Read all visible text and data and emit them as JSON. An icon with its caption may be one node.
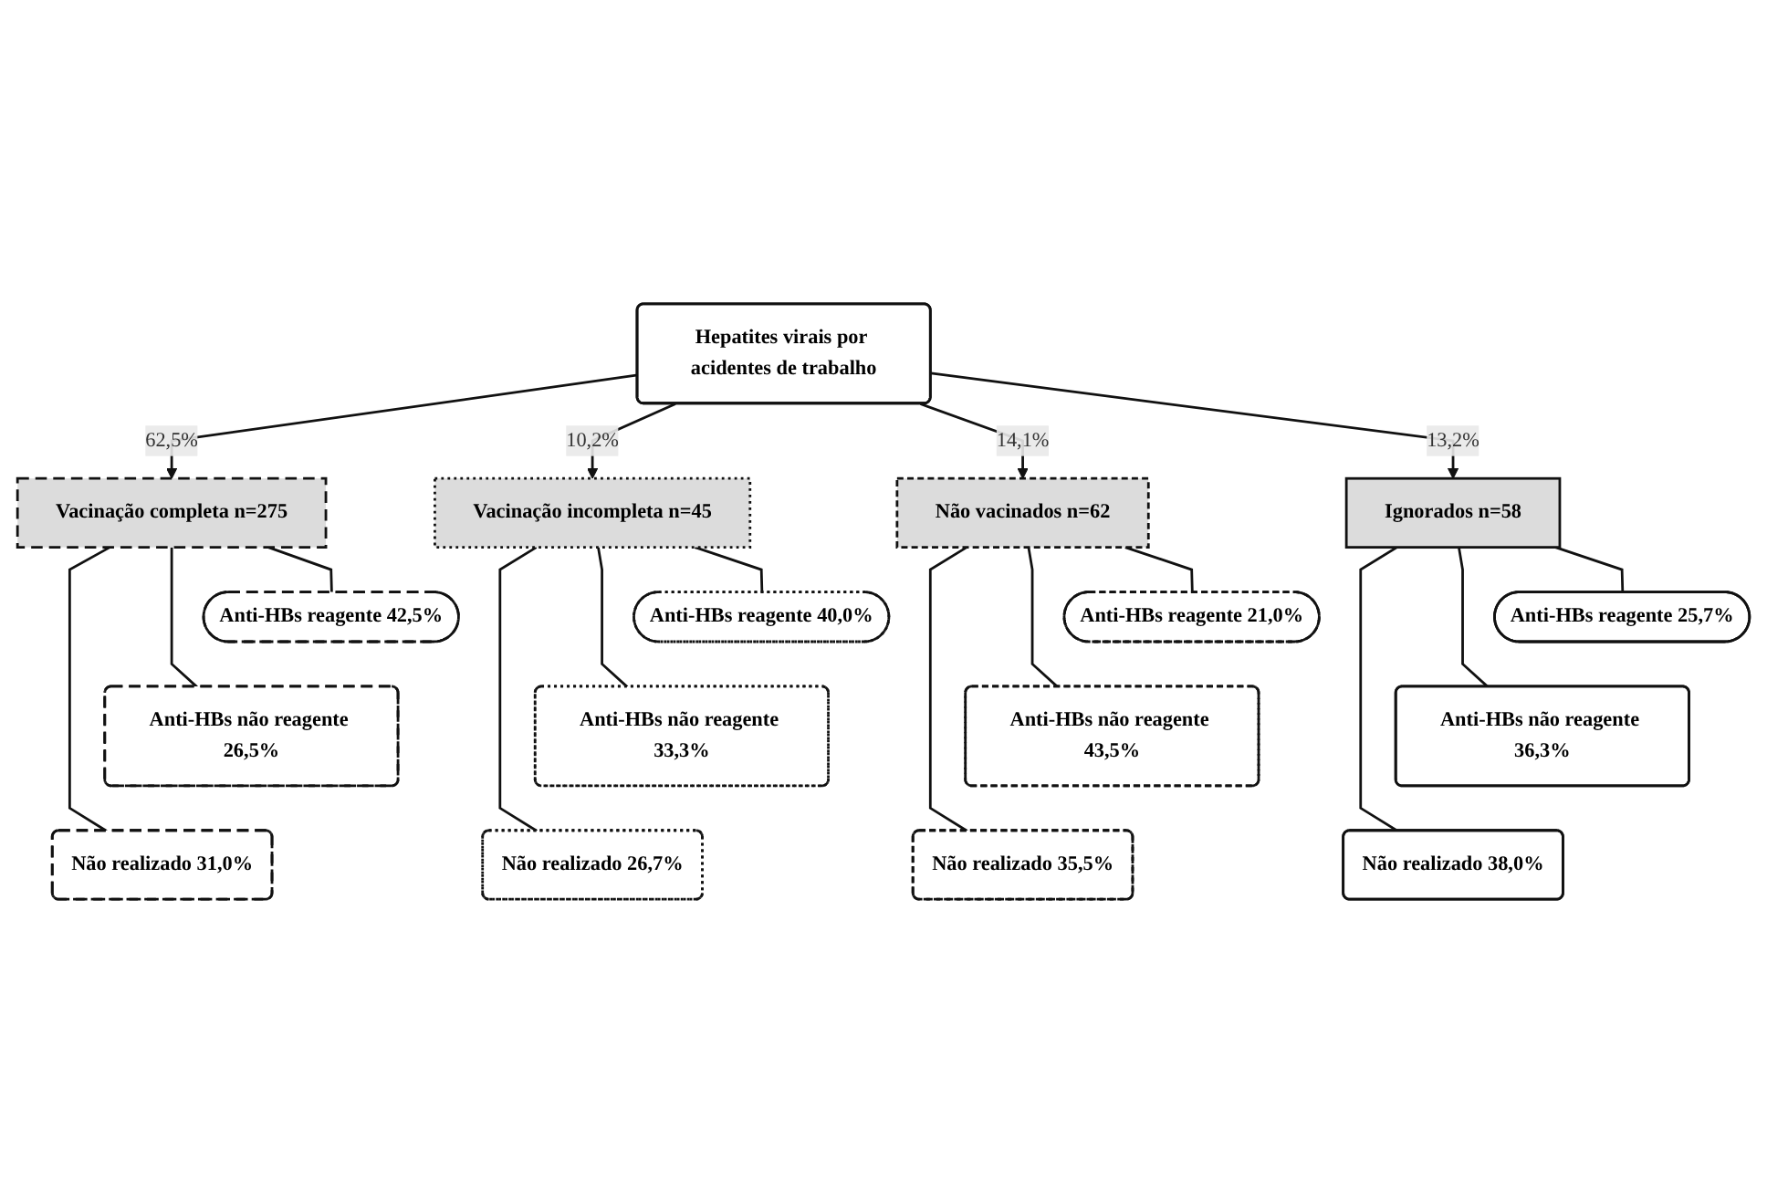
{
  "diagram": {
    "nodes": [
      {
        "text": [
          "Hepatites virais por acidentes de trabalho"
        ]
      },
      {
        "text": [
          "Vacinação completa n=275"
        ]
      },
      {
        "text": [
          "Vacinação incompleta n=45"
        ]
      },
      {
        "text": [
          "Não vacinados n=62"
        ]
      },
      {
        "text": [
          "Ignorados n=58"
        ]
      },
      {
        "text": [
          "Anti-HBs reagente 42,5%"
        ]
      },
      {
        "text": [
          "Anti-HBs não reagente 26,5%"
        ]
      },
      {
        "text": [
          "Não realizado 31,0%"
        ]
      },
      {
        "text": [
          "Anti-HBs reagente 40,0%"
        ]
      },
      {
        "text": [
          "Anti-HBs não reagente 33,3%"
        ]
      },
      {
        "text": [
          "Não realizado 26,7%"
        ]
      },
      {
        "text": [
          "Anti-HBs reagente 21,0%"
        ]
      },
      {
        "text": [
          "Anti-HBs não reagente 43,5%"
        ]
      },
      {
        "text": [
          "Não realizado 35,5%"
        ]
      },
      {
        "text": [
          "Anti-HBs reagente 25,7%"
        ]
      },
      {
        "text": [
          "Anti-HBs não reagente 36,3%"
        ]
      },
      {
        "text": [
          "Não realizado 38,0%"
        ]
      }
    ],
    "edges": [
      {
        "from": 0,
        "to": 1,
        "arrow": "to",
        "label": "62,5%"
      },
      {
        "from": 0,
        "to": 2,
        "arrow": "to",
        "label": "10,2%"
      },
      {
        "from": 0,
        "to": 3,
        "arrow": "to",
        "label": "14,1%"
      },
      {
        "from": 0,
        "to": 4,
        "arrow": "to",
        "label": "13,2%"
      },
      {
        "from": 1,
        "to": 5,
        "arrow": "none"
      },
      {
        "from": 1,
        "to": 6,
        "arrow": "none"
      },
      {
        "from": 1,
        "to": 7,
        "arrow": "none"
      },
      {
        "from": 2,
        "to": 8,
        "arrow": "none"
      },
      {
        "from": 2,
        "to": 9,
        "arrow": "none"
      },
      {
        "from": 2,
        "to": 10,
        "arrow": "none"
      },
      {
        "from": 3,
        "to": 11,
        "arrow": "none"
      },
      {
        "from": 3,
        "to": 12,
        "arrow": "none"
      },
      {
        "from": 3,
        "to": 13,
        "arrow": "none"
      },
      {
        "from": 4,
        "to": 14,
        "arrow": "none"
      },
      {
        "from": 4,
        "to": 15,
        "arrow": "none"
      },
      {
        "from": 4,
        "to": 16,
        "arrow": "none"
      }
    ]
  }
}
